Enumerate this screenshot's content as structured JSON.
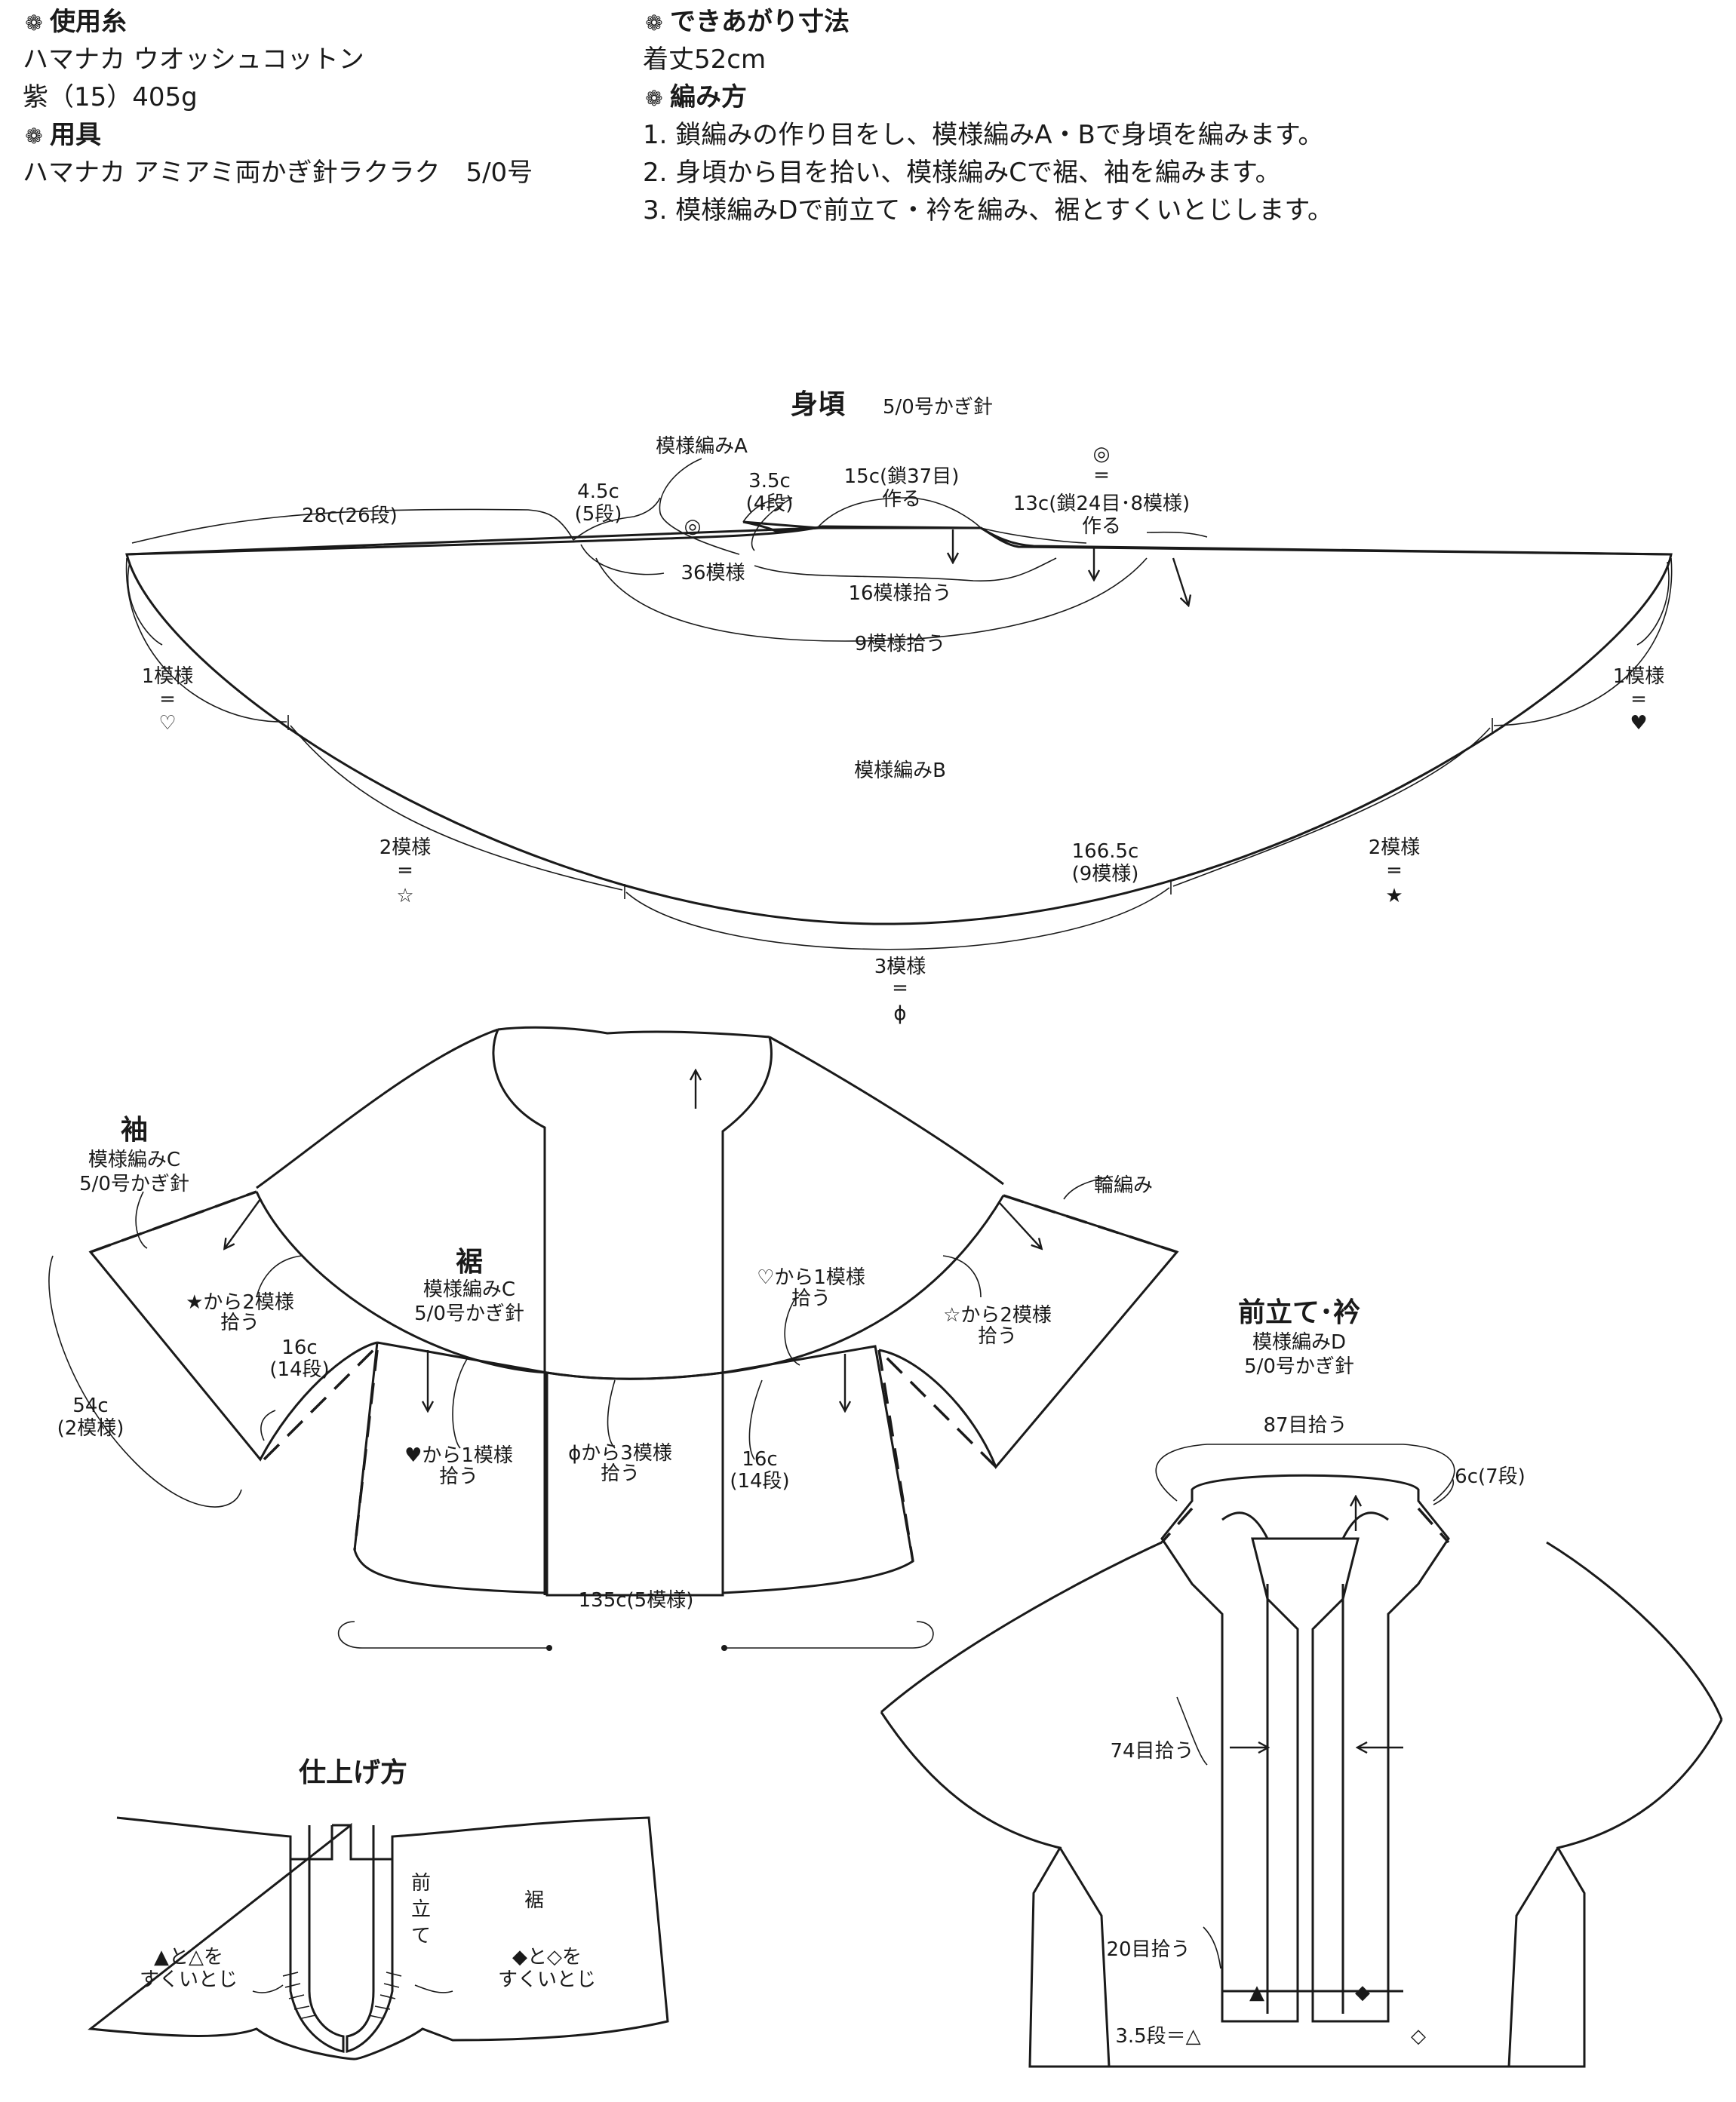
{
  "header": {
    "left": {
      "yarn_heading": "使用糸",
      "yarn_name": "ハマナカ ウオッシュコットン",
      "yarn_color": "紫（15）405g",
      "tools_heading": "用具",
      "tools_text": "ハマナカ アミアミ両かぎ針ラクラク　5/0号"
    },
    "right": {
      "size_heading": "できあがり寸法",
      "size_text": "着丈52cm",
      "method_heading": "編み方",
      "steps": [
        "1. 鎖編みの作り目をし、模様編みA・Bで身頃を編みます。",
        "2. 身頃から目を拾い、模様編みCで裾、袖を編みます。",
        "3. 模様編みDで前立て・衿を編み、裾とすくいとじします。"
      ]
    },
    "bullet_glyph": "❁"
  },
  "body_diagram": {
    "title": "身頃",
    "hook": "5/0号かぎ針",
    "pattern_a": "模様編みA",
    "pattern_b": "模様編みB",
    "w_28": "28c(26段)",
    "w_45_a": "4.5c",
    "w_45_b": "(5段)",
    "w_35_a": "3.5c",
    "w_35_b": "(4段)",
    "ch37_a": "15c(鎖37目)",
    "ch37_b": "作る",
    "ch24_a": "13c(鎖24目･8模様)",
    "ch24_b": "作る",
    "double_circle": "◎",
    "eq": "=",
    "m36": "36模様",
    "m16": "16模様拾う",
    "m9": "9模様拾う",
    "one_motif": "1模様",
    "heart_open": "♡",
    "heart_solid": "♥",
    "two_motif": "2模様",
    "star_open": "☆",
    "star_solid": "★",
    "w_1665_a": "166.5c",
    "w_1665_b": "(9模様)",
    "three_motif": "3模様",
    "phi": "ϕ"
  },
  "sleeve_hem_diagram": {
    "sleeve_title": "袖",
    "sleeve_pattern": "模様編みC",
    "sleeve_hook": "5/0号かぎ針",
    "rib": "輪編み",
    "hem_title": "裾",
    "hem_pattern": "模様編みC",
    "hem_hook": "5/0号かぎ針",
    "star_pick_a": "★から2模様",
    "star_pick_b": "拾う",
    "heart_open_pick_a": "♡から1模様",
    "heart_open_pick_b": "拾う",
    "star_open_pick_a": "☆から2模様",
    "star_open_pick_b": "拾う",
    "w_16l_a": "16c",
    "w_16l_b": "(14段)",
    "w_54_a": "54c",
    "w_54_b": "(2模様)",
    "heart_solid_pick_a": "♥から1模様",
    "heart_solid_pick_b": "拾う",
    "phi_pick_a": "ϕから3模様",
    "phi_pick_b": "拾う",
    "w_16r_a": "16c",
    "w_16r_b": "(14段)",
    "w_135": "135c(5模様)"
  },
  "front_band_diagram": {
    "title": "前立て･衿",
    "pattern": "模様編みD",
    "hook": "5/0号かぎ針",
    "m87": "87目拾う",
    "w_6": "6c(7段)",
    "m74": "74目拾う",
    "m20": "20目拾う",
    "rows35": "3.5段＝△",
    "tri_solid": "▲",
    "dia_solid": "◆",
    "dia_open": "◇"
  },
  "finishing_diagram": {
    "title": "仕上げ方",
    "front_band_chars": [
      "前",
      "立",
      "て"
    ],
    "hem": "裾",
    "tri_join_a": "▲と△を",
    "tri_join_b": "すくいとじ",
    "dia_join_a": "◆と◇を",
    "dia_join_b": "すくいとじ"
  }
}
